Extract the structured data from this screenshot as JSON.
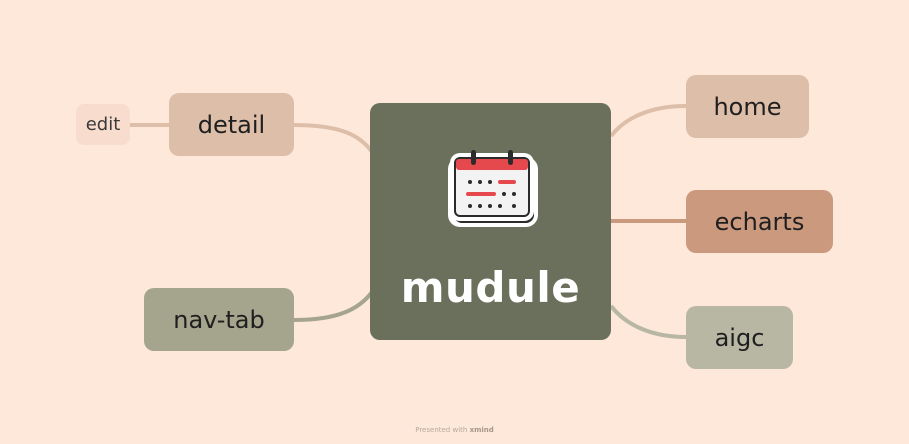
{
  "mindmap": {
    "central": {
      "label": "mudule",
      "icon": "calendar-icon"
    },
    "left_branches": [
      {
        "label": "detail",
        "children": [
          {
            "label": "edit"
          }
        ]
      },
      {
        "label": "nav-tab"
      }
    ],
    "right_branches": [
      {
        "label": "home"
      },
      {
        "label": "echarts"
      },
      {
        "label": "aigc"
      }
    ]
  },
  "footer": {
    "prefix": "Presented with",
    "brand": "xmind"
  },
  "colors": {
    "background": "#fde8da",
    "central": "#6b705c",
    "detail": "#ddbea9",
    "edit": "#f8dccd",
    "nav_tab": "#a5a58d",
    "home": "#ddbea9",
    "echarts": "#cb997e",
    "aigc": "#b7b7a4",
    "calendar_red": "#e5484d"
  }
}
